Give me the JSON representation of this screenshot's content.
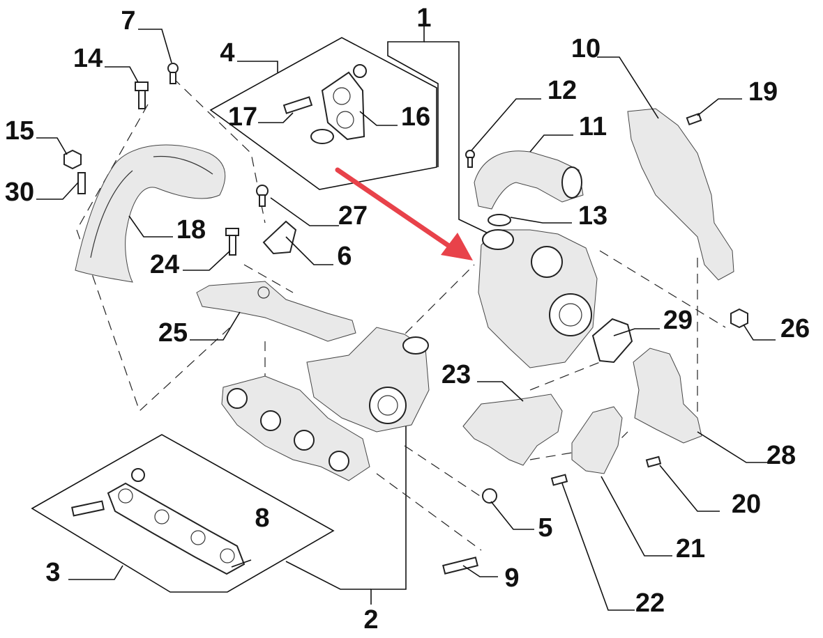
{
  "diagram": {
    "labels": [
      "1",
      "2",
      "3",
      "4",
      "5",
      "6",
      "7",
      "8",
      "9",
      "10",
      "11",
      "12",
      "13",
      "14",
      "15",
      "16",
      "17",
      "18",
      "19",
      "20",
      "21",
      "22",
      "23",
      "24",
      "25",
      "26",
      "27",
      "28",
      "29",
      "30"
    ],
    "accent_color": "#e8424a"
  }
}
